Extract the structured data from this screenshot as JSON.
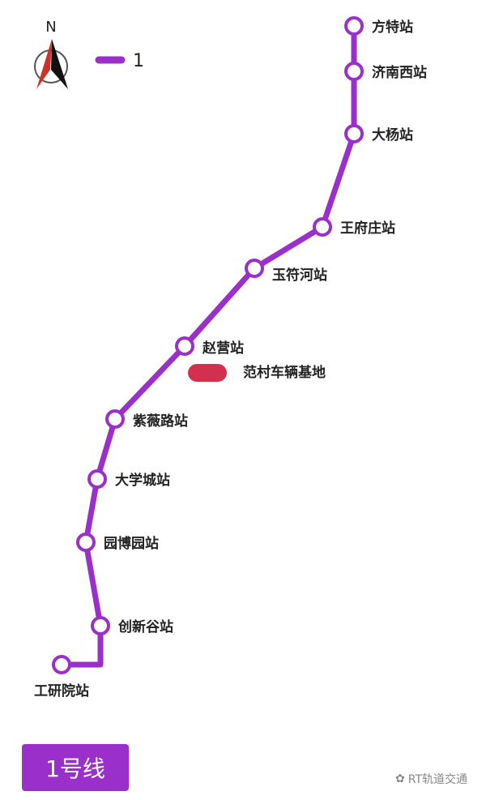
{
  "compass": {
    "north_label": "N"
  },
  "legend": {
    "line_label": "1"
  },
  "line": {
    "name": "1号线",
    "color": "#9b2fc9",
    "stations": [
      "方特站",
      "济南西站",
      "大杨站",
      "王府庄站",
      "玉符河站",
      "赵营站",
      "紫薇路站",
      "大学城站",
      "园博园站",
      "创新谷站",
      "工研院站"
    ]
  },
  "depot": {
    "label": "范村车辆基地",
    "color": "#d1304f"
  },
  "watermark": "RT轨道交通"
}
